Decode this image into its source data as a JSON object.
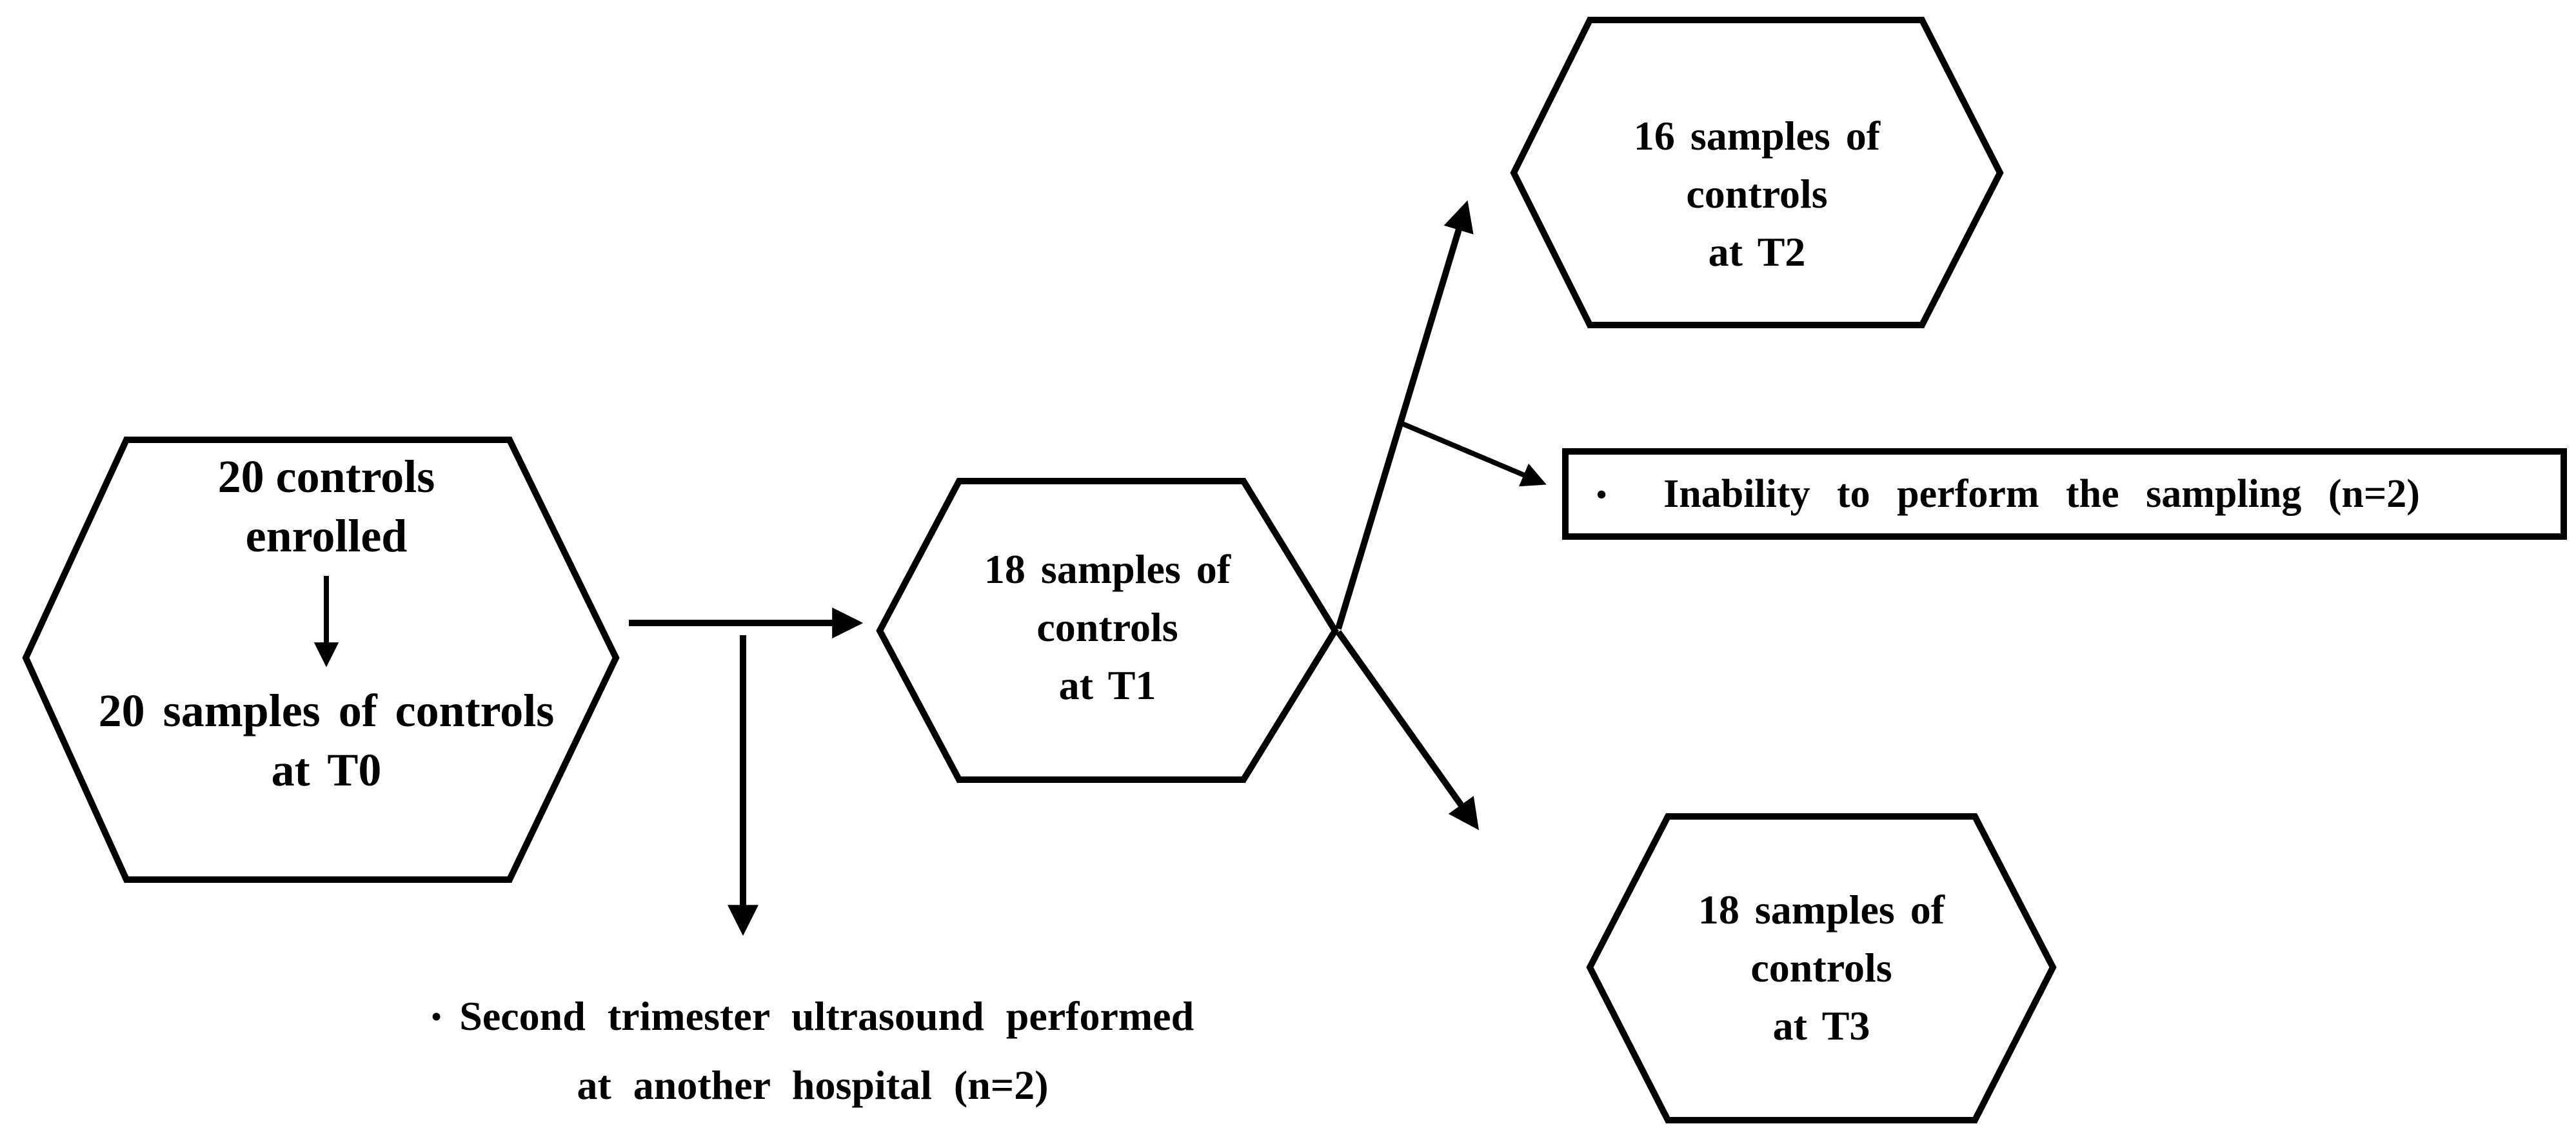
{
  "figure": {
    "background": "#ffffff",
    "ink": "#000000",
    "nodes": {
      "t0": {
        "shape": "hexagon",
        "top_lines": [
          "20 controls",
          "enrolled"
        ],
        "bottom_lines": [
          "20 samples of controls",
          "at T0"
        ]
      },
      "t1": {
        "shape": "hexagon",
        "lines": [
          "18 samples of",
          "controls",
          "at T1"
        ]
      },
      "t2": {
        "shape": "hexagon",
        "lines": [
          "16 samples of",
          "controls",
          "at T2"
        ]
      },
      "t3": {
        "shape": "hexagon",
        "lines": [
          "18 samples of",
          "controls",
          "at T3"
        ]
      },
      "sampling_exclusion": {
        "shape": "rectangle",
        "bullet": "•",
        "text": "Inability to perform the sampling (n=2)"
      },
      "ultrasound_exclusion": {
        "bullet": "•",
        "line1": "Second trimester ultrasound performed",
        "line2": "at another hospital (n=2)"
      }
    }
  }
}
